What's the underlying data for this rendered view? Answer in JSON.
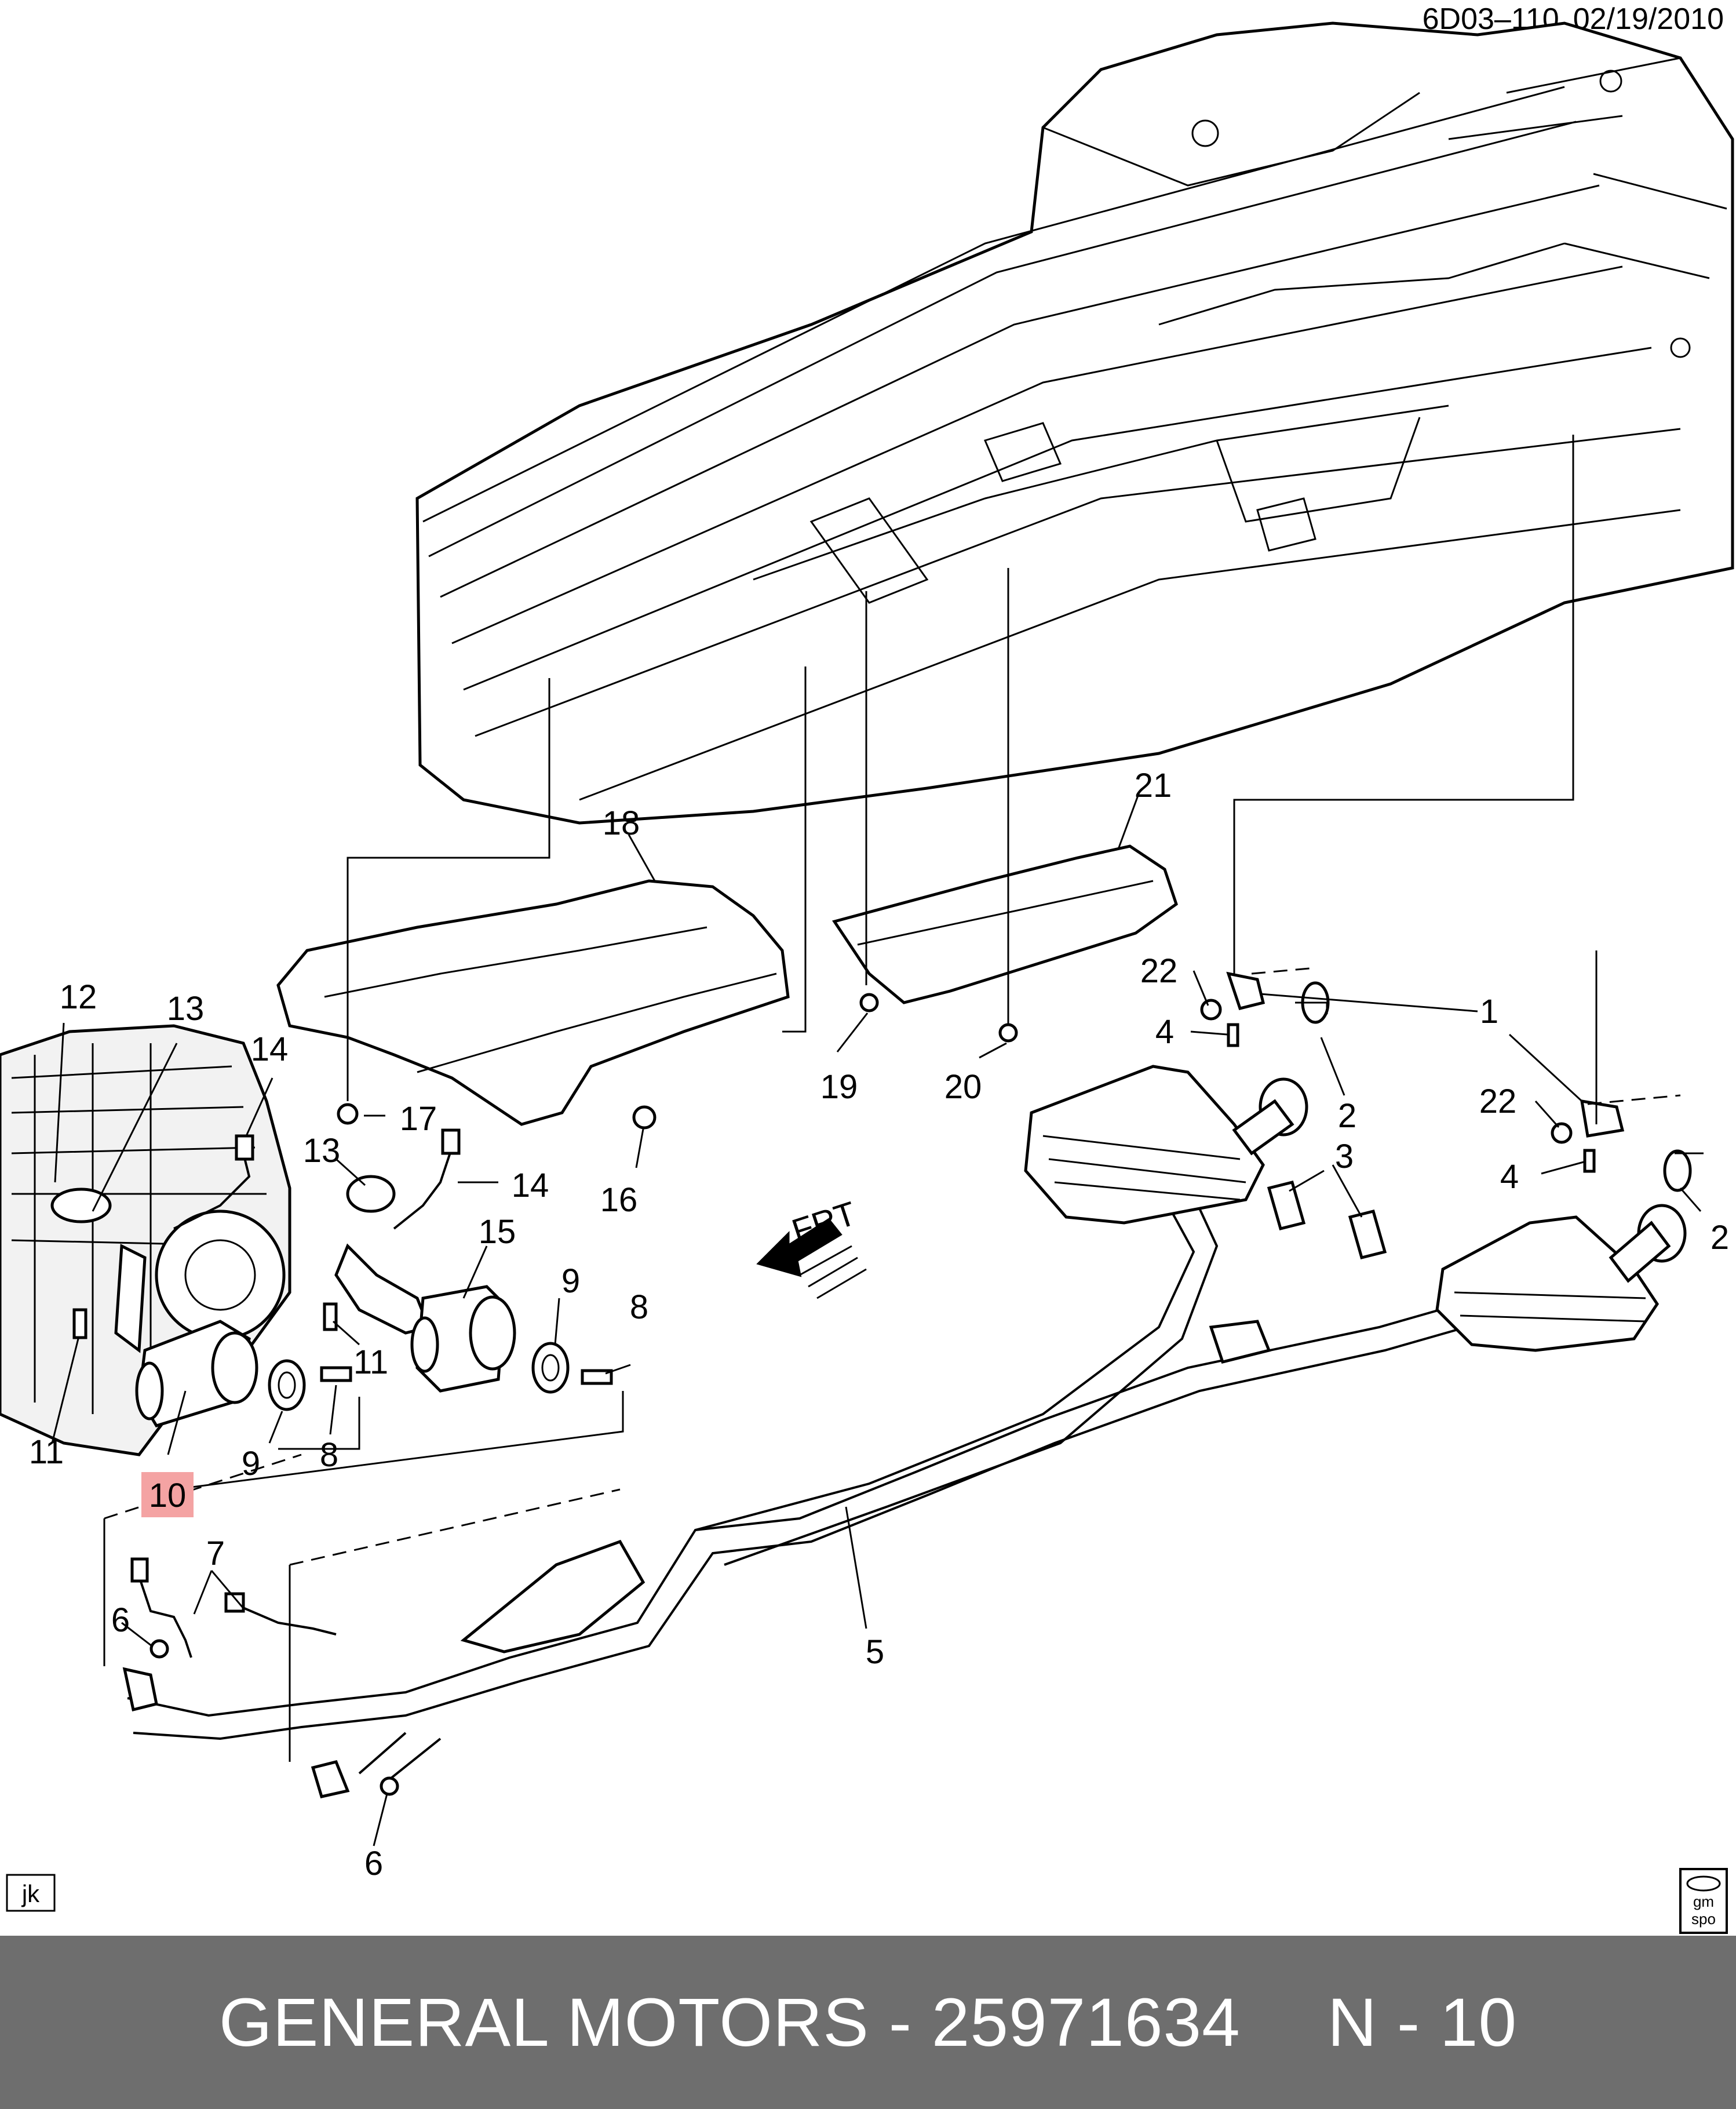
{
  "header": {
    "code": "6D03–110",
    "date": "02/19/2010"
  },
  "tags": {
    "drafter": "jk",
    "logo_line1": "gm",
    "logo_line2": "spo"
  },
  "front_arrow_label": "FRT",
  "callouts": {
    "c1": "1",
    "c2a": "2",
    "c2b": "2",
    "c3": "3",
    "c4a": "4",
    "c4b": "4",
    "c5": "5",
    "c6a": "6",
    "c6b": "6",
    "c7": "7",
    "c8a": "8",
    "c8b": "8",
    "c9a": "9",
    "c9b": "9",
    "c10": "10",
    "c11a": "11",
    "c11b": "11",
    "c12": "12",
    "c13a": "13",
    "c13b": "13",
    "c14a": "14",
    "c14b": "14",
    "c15": "15",
    "c16": "16",
    "c17": "17",
    "c18": "18",
    "c19": "19",
    "c20": "20",
    "c21": "21",
    "c22a": "22",
    "c22b": "22"
  },
  "highlight": {
    "part": "10",
    "color": "#f4a3a3"
  },
  "footer": {
    "brand": "GENERAL MOTORS - 25971634",
    "ref": "N - 10",
    "bg": "#6e6e6e"
  }
}
